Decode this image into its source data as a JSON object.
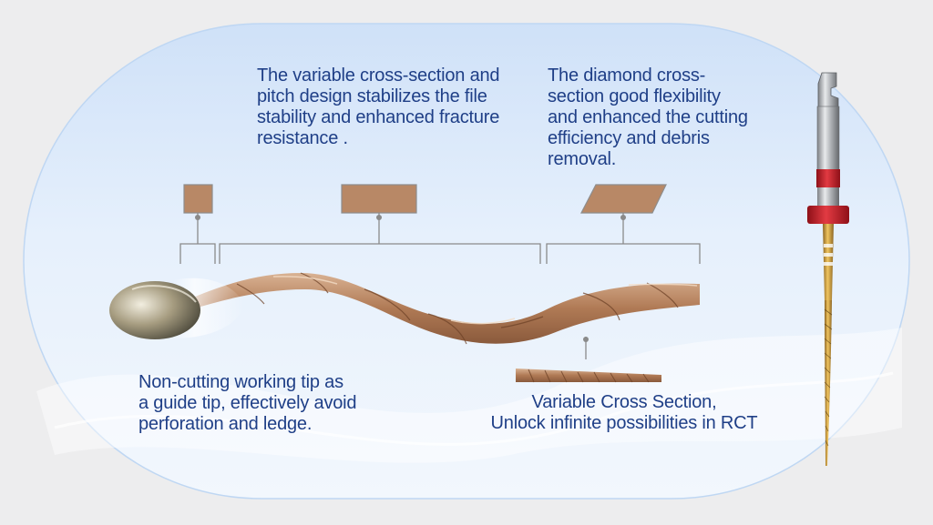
{
  "annotations": {
    "variable_section": "The variable cross-section and\npitch design stabilizes the file\nstability and enhanced fracture\nresistance .",
    "diamond_section": "The diamond cross-\nsection good flexibility\nand enhanced the cutting\nefficiency and debris\nremoval.",
    "tip": "Non-cutting working tip as\na guide tip, effectively avoid\nperforation and ledge.",
    "variable_cross": "Variable Cross Section,\nUnlock infinite possibilities in RCT"
  },
  "colors": {
    "text": "#1f3f87",
    "copper": "#b88866",
    "panel_light": "#eaf3fd",
    "panel_dark": "#cfe1f8",
    "handle_red": "#c8202a",
    "shaft_gold": "#c99a3a"
  }
}
